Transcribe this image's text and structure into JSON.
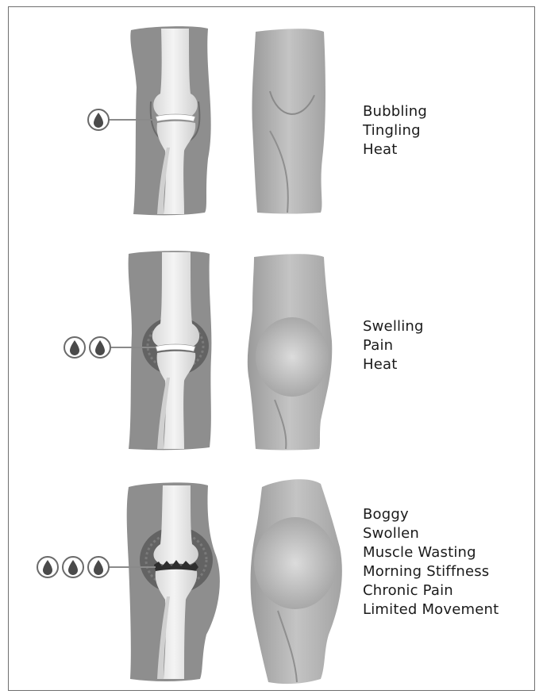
{
  "stages": [
    {
      "drops": 1,
      "symptoms": [
        "Bubbling",
        "Tingling",
        "Heat"
      ]
    },
    {
      "drops": 2,
      "symptoms": [
        "Swelling",
        "Pain",
        "Heat"
      ]
    },
    {
      "drops": 3,
      "symptoms": [
        "Boggy",
        "Swollen",
        "Muscle Wasting",
        "Morning Stiffness",
        "Chronic Pain",
        "Limited Movement"
      ]
    }
  ],
  "colors": {
    "tissue": "#8e8e8e",
    "bone": "#e9e9e9",
    "knee_surface": "#b9b9b9",
    "cartilage": "#ffffff",
    "inflammation": "#5c5c5c",
    "drop_icon": "#4a4a4a",
    "text": "#1a1a1a"
  },
  "icons": [
    "blood-drop-icon"
  ]
}
